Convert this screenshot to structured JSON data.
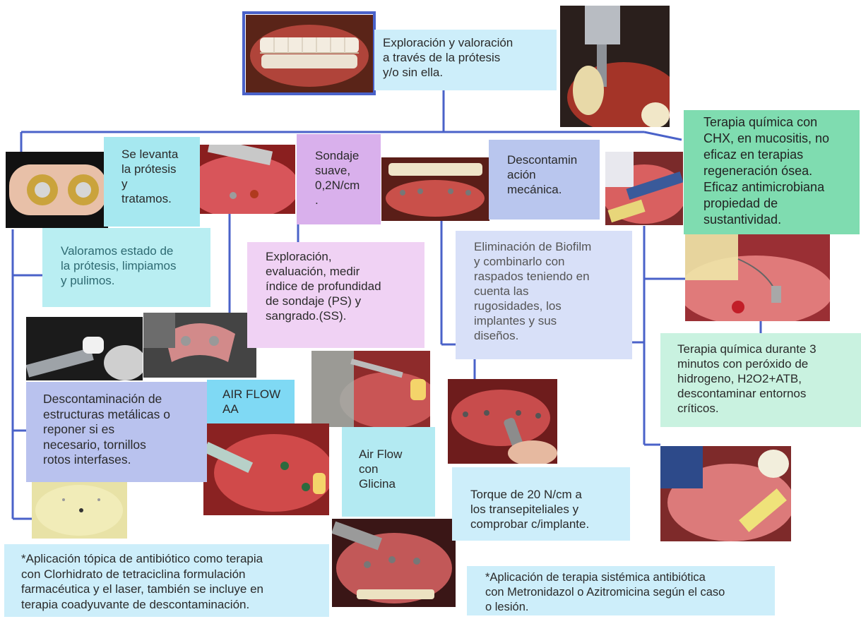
{
  "main": {
    "text": "Exploración y valoración\na través de la prótesis\ny/o sin ella."
  },
  "boxes": {
    "lift": "Se levanta\nla prótesis\ny\ntratamos.",
    "sondaje": "Sondaje\nsuave,\n0,2N/cm\n.",
    "descontam_mec": "Descontamin\nación\nmecánica.",
    "chx": "Terapia química con\nCHX, en mucositis, no\neficaz en terapias\nregeneración ósea.\nEficaz antimicrobiana\npropiedad de\nsustantividad.",
    "valoramos": "Valoramos estado de\nla prótesis,  limpiamos\ny  pulimos.",
    "exploracion": "Exploración,\nevaluación, medir\níndice de profundidad\nde sondaje (PS) y\nsangrado.(SS).",
    "biofilm": "Eliminación de Biofilm\ny combinarlo con\nraspados teniendo en\ncuenta las\nrugosidades, los\nimplantes y sus\ndiseños.",
    "peroxido": "Terapia química  durante 3\nminutos  con peróxido de\nhidrogeno, H2O2+ATB,\ndescontaminar entornos\ncríticos.",
    "metalicas": "Descontaminación de\nestructuras metálicas o\nreponer si es\nnecesario, tornillos\nrotos interfases.",
    "airflow_aa": "AIR FLOW\nAA",
    "airflow_glicina": "Air Flow\ncon\nGlicina",
    "torque": "Torque de 20 N/cm a\nlos transepiteliales y\ncomprobar c/implante.",
    "topica": "*Aplicación tópica de antibiótico como terapia\ncon Clorhidrato de tetraciclina formulación\nfarmacéutica y el laser, también se incluye en\nterapia coadyuvante de descontaminación.",
    "sistemica": "*Aplicación de terapia sistémica antibiótica\ncon Metronidazol o Azitromicina según el caso\no lesión."
  },
  "colors": {
    "connector": "#4a62c9",
    "light_blue": "#cdeefa",
    "cyan": "#a6e8f0",
    "pink": "#f0d2f4",
    "lavender": "#d8e0f8",
    "periwinkle": "#b9c6ee",
    "mint": "#b9f0d6",
    "green": "#7fdcb0",
    "purple": "#c9a4e2"
  },
  "photos": [
    {
      "name": "dental-prosthesis-smile-photo"
    },
    {
      "name": "drill-implant-photo"
    },
    {
      "name": "removed-prosthesis-abutments-photo"
    },
    {
      "name": "gum-probing-photo"
    },
    {
      "name": "open-mouth-implants-photo"
    },
    {
      "name": "syringe-chx-application-photo"
    },
    {
      "name": "syringe-peroxide-application-photo"
    },
    {
      "name": "handpiece-polishing-photo"
    },
    {
      "name": "prosthesis-cleaning-photo"
    },
    {
      "name": "air-flow-device-photo"
    },
    {
      "name": "implant-air-flow-photo"
    },
    {
      "name": "torque-screwdriver-photo"
    },
    {
      "name": "prosthesis-model-photo"
    },
    {
      "name": "handpiece-implants-photo"
    },
    {
      "name": "syringe-antibiotic-photo"
    }
  ]
}
